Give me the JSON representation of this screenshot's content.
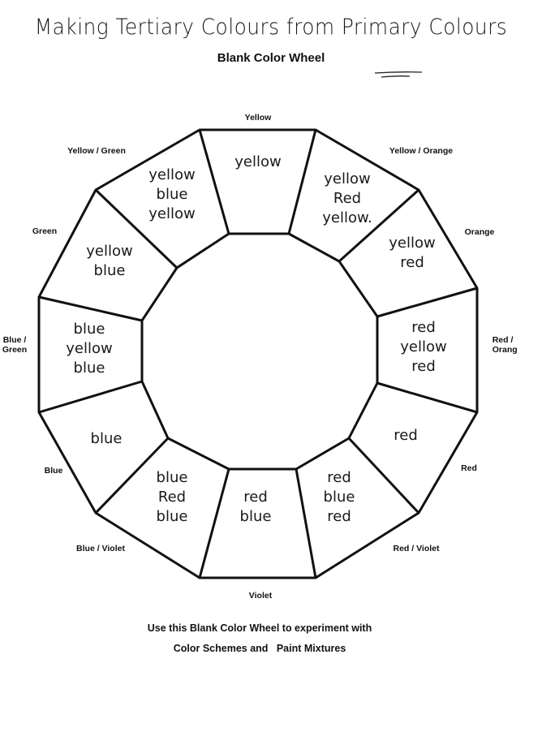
{
  "header": {
    "title": "Making Tertiary Colours from Primary Colours",
    "subtitle": "Blank Color Wheel"
  },
  "segments": [
    {
      "label": "Yellow",
      "mix": [
        "yellow"
      ]
    },
    {
      "label": "Yellow / Orange",
      "mix": [
        "yellow",
        "Red",
        "yellow."
      ]
    },
    {
      "label": "Orange",
      "mix": [
        "yellow",
        "red"
      ]
    },
    {
      "label_lines": [
        "Red /",
        "Orang"
      ],
      "mix": [
        "red",
        "yellow",
        "red"
      ]
    },
    {
      "label": "Red",
      "mix": [
        "red"
      ]
    },
    {
      "label": "Red / Violet",
      "mix": [
        "red",
        "blue",
        "red"
      ]
    },
    {
      "label": "Violet",
      "mix": [
        "red",
        "blue"
      ]
    },
    {
      "label": "Blue / Violet",
      "mix": [
        "blue",
        "Red",
        "blue"
      ]
    },
    {
      "label": "Blue",
      "mix": [
        "blue"
      ]
    },
    {
      "label_lines": [
        "Blue /",
        "Green"
      ],
      "mix": [
        "blue",
        "yellow",
        "blue"
      ]
    },
    {
      "label": "Green",
      "mix": [
        "yellow",
        "blue"
      ]
    },
    {
      "label": "Yellow / Green",
      "mix": [
        "yellow",
        "blue",
        "yellow"
      ]
    }
  ],
  "footer": {
    "line1": "Use this Blank Color Wheel to experiment with",
    "line2": "Color Schemes and   Paint Mixtures"
  }
}
